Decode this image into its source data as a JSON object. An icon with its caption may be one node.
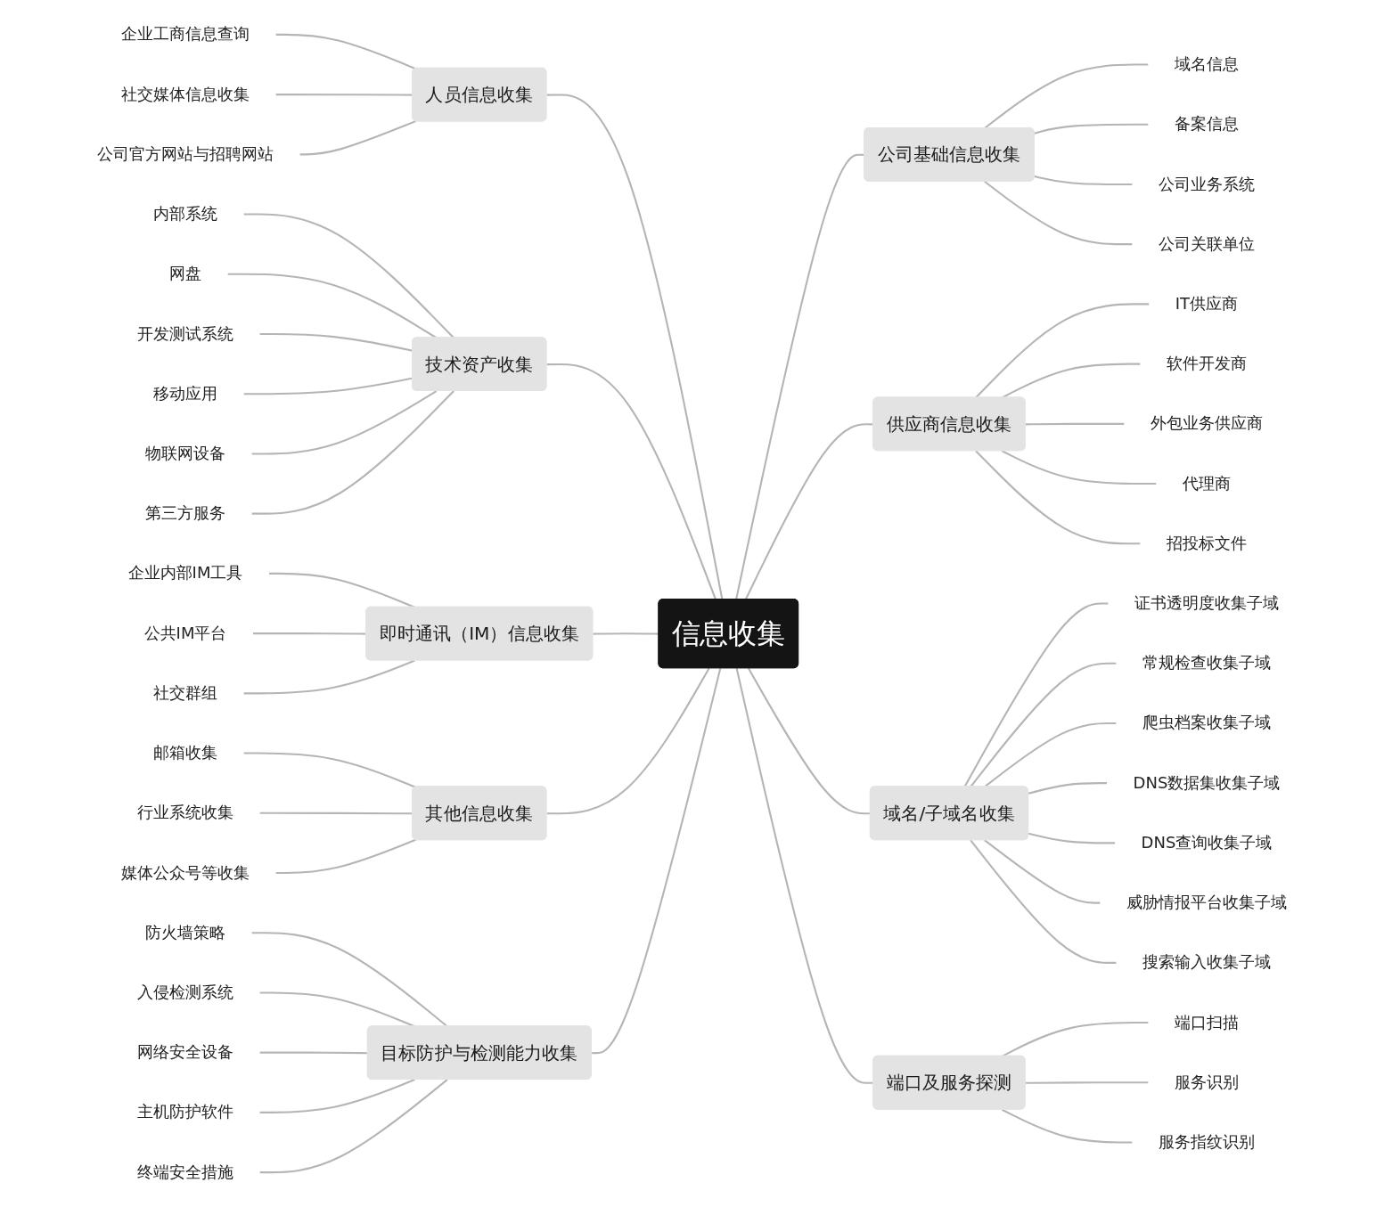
{
  "diagram": {
    "nodes": [
      {
        "text": [
          "信息收集"
        ]
      },
      {
        "text": [
          "人员信息收集"
        ]
      },
      {
        "text": [
          "企业工商信息查询"
        ]
      },
      {
        "text": [
          "社交媒体信息收集"
        ]
      },
      {
        "text": [
          "公司官方网站与招聘网站"
        ]
      },
      {
        "text": [
          "技术资产收集"
        ]
      },
      {
        "text": [
          "内部系统"
        ]
      },
      {
        "text": [
          "网盘"
        ]
      },
      {
        "text": [
          "开发测试系统"
        ]
      },
      {
        "text": [
          "移动应用"
        ]
      },
      {
        "text": [
          "物联网设备"
        ]
      },
      {
        "text": [
          "第三方服务"
        ]
      },
      {
        "text": [
          "即时通讯（IM）信息收集"
        ]
      },
      {
        "text": [
          "企业内部IM工具"
        ]
      },
      {
        "text": [
          "公共IM平台"
        ]
      },
      {
        "text": [
          "社交群组"
        ]
      },
      {
        "text": [
          "其他信息收集"
        ]
      },
      {
        "text": [
          "邮箱收集"
        ]
      },
      {
        "text": [
          "行业系统收集"
        ]
      },
      {
        "text": [
          "媒体公众号等收集"
        ]
      },
      {
        "text": [
          "目标防护与检测能力收集"
        ]
      },
      {
        "text": [
          "防火墙策略"
        ]
      },
      {
        "text": [
          "入侵检测系统"
        ]
      },
      {
        "text": [
          "网络安全设备"
        ]
      },
      {
        "text": [
          "主机防护软件"
        ]
      },
      {
        "text": [
          "终端安全措施"
        ]
      },
      {
        "text": [
          "公司基础信息收集"
        ]
      },
      {
        "text": [
          "域名信息"
        ]
      },
      {
        "text": [
          "备案信息"
        ]
      },
      {
        "text": [
          "公司业务系统"
        ]
      },
      {
        "text": [
          "公司关联单位"
        ]
      },
      {
        "text": [
          "供应商信息收集"
        ]
      },
      {
        "text": [
          "IT供应商"
        ]
      },
      {
        "text": [
          "软件开发商"
        ]
      },
      {
        "text": [
          "外包业务供应商"
        ]
      },
      {
        "text": [
          "代理商"
        ]
      },
      {
        "text": [
          "招投标文件"
        ]
      },
      {
        "text": [
          "域名/子域名收集"
        ]
      },
      {
        "text": [
          "证书透明度收集子域"
        ]
      },
      {
        "text": [
          "常规检查收集子域"
        ]
      },
      {
        "text": [
          "爬虫档案收集子域"
        ]
      },
      {
        "text": [
          "DNS数据集收集子域"
        ]
      },
      {
        "text": [
          "DNS查询收集子域"
        ]
      },
      {
        "text": [
          "威胁情报平台收集子域"
        ]
      },
      {
        "text": [
          "搜索输入收集子域"
        ]
      },
      {
        "text": [
          "端口及服务探测"
        ]
      },
      {
        "text": [
          "端口扫描"
        ]
      },
      {
        "text": [
          "服务识别"
        ]
      },
      {
        "text": [
          "服务指纹识别"
        ]
      }
    ],
    "edges": [
      {
        "from": 1,
        "to": 0,
        "arrow": "none"
      },
      {
        "from": 2,
        "to": 1,
        "arrow": "none"
      },
      {
        "from": 3,
        "to": 1,
        "arrow": "none"
      },
      {
        "from": 4,
        "to": 1,
        "arrow": "none"
      },
      {
        "from": 5,
        "to": 0,
        "arrow": "none"
      },
      {
        "from": 6,
        "to": 5,
        "arrow": "none"
      },
      {
        "from": 7,
        "to": 5,
        "arrow": "none"
      },
      {
        "from": 8,
        "to": 5,
        "arrow": "none"
      },
      {
        "from": 9,
        "to": 5,
        "arrow": "none"
      },
      {
        "from": 10,
        "to": 5,
        "arrow": "none"
      },
      {
        "from": 11,
        "to": 5,
        "arrow": "none"
      },
      {
        "from": 12,
        "to": 0,
        "arrow": "none"
      },
      {
        "from": 13,
        "to": 12,
        "arrow": "none"
      },
      {
        "from": 14,
        "to": 12,
        "arrow": "none"
      },
      {
        "from": 15,
        "to": 12,
        "arrow": "none"
      },
      {
        "from": 16,
        "to": 0,
        "arrow": "none"
      },
      {
        "from": 17,
        "to": 16,
        "arrow": "none"
      },
      {
        "from": 18,
        "to": 16,
        "arrow": "none"
      },
      {
        "from": 19,
        "to": 16,
        "arrow": "none"
      },
      {
        "from": 20,
        "to": 0,
        "arrow": "none"
      },
      {
        "from": 21,
        "to": 20,
        "arrow": "none"
      },
      {
        "from": 22,
        "to": 20,
        "arrow": "none"
      },
      {
        "from": 23,
        "to": 20,
        "arrow": "none"
      },
      {
        "from": 24,
        "to": 20,
        "arrow": "none"
      },
      {
        "from": 25,
        "to": 20,
        "arrow": "none"
      },
      {
        "from": 0,
        "to": 26,
        "arrow": "none"
      },
      {
        "from": 26,
        "to": 27,
        "arrow": "none"
      },
      {
        "from": 26,
        "to": 28,
        "arrow": "none"
      },
      {
        "from": 26,
        "to": 29,
        "arrow": "none"
      },
      {
        "from": 26,
        "to": 30,
        "arrow": "none"
      },
      {
        "from": 0,
        "to": 31,
        "arrow": "none"
      },
      {
        "from": 31,
        "to": 32,
        "arrow": "none"
      },
      {
        "from": 31,
        "to": 33,
        "arrow": "none"
      },
      {
        "from": 31,
        "to": 34,
        "arrow": "none"
      },
      {
        "from": 31,
        "to": 35,
        "arrow": "none"
      },
      {
        "from": 31,
        "to": 36,
        "arrow": "none"
      },
      {
        "from": 0,
        "to": 37,
        "arrow": "none"
      },
      {
        "from": 37,
        "to": 38,
        "arrow": "none"
      },
      {
        "from": 37,
        "to": 39,
        "arrow": "none"
      },
      {
        "from": 37,
        "to": 40,
        "arrow": "none"
      },
      {
        "from": 37,
        "to": 41,
        "arrow": "none"
      },
      {
        "from": 37,
        "to": 42,
        "arrow": "none"
      },
      {
        "from": 37,
        "to": 43,
        "arrow": "none"
      },
      {
        "from": 37,
        "to": 44,
        "arrow": "none"
      },
      {
        "from": 0,
        "to": 45,
        "arrow": "none"
      },
      {
        "from": 45,
        "to": 46,
        "arrow": "none"
      },
      {
        "from": 45,
        "to": 47,
        "arrow": "none"
      },
      {
        "from": 45,
        "to": 48,
        "arrow": "none"
      }
    ]
  }
}
